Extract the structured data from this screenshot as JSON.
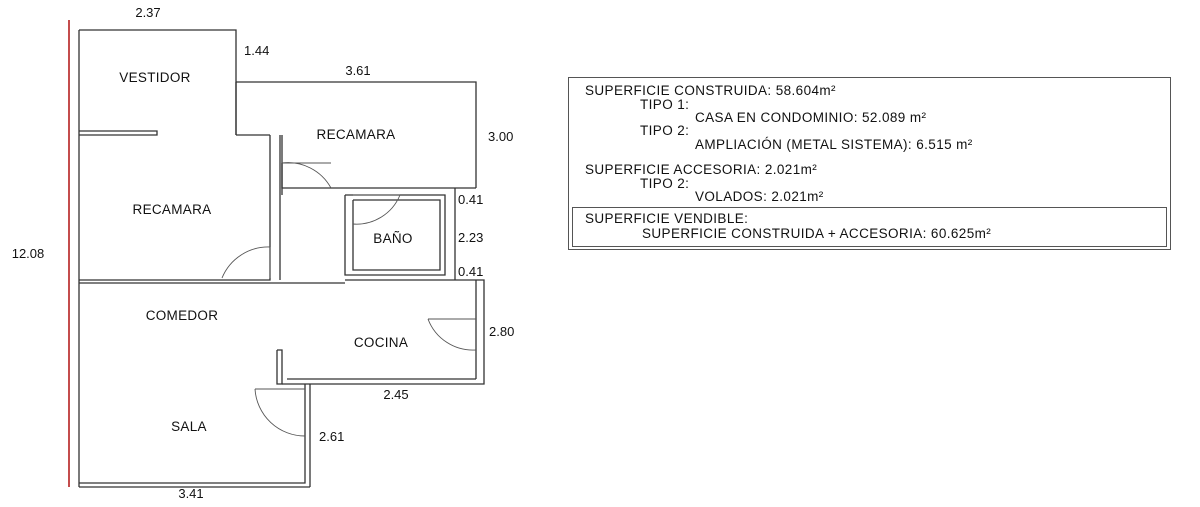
{
  "plan": {
    "rooms": {
      "vestidor": "VESTIDOR",
      "recamara_1": "RECAMARA",
      "recamara_2": "RECAMARA",
      "bano": "BAÑO",
      "comedor": "COMEDOR",
      "cocina": "COCINA",
      "sala": "SALA"
    },
    "dimensions": {
      "d_2_37": "2.37",
      "d_1_44": "1.44",
      "d_3_61": "3.61",
      "d_3_00": "3.00",
      "d_0_41_a": "0.41",
      "d_2_23": "2.23",
      "d_0_41_b": "0.41",
      "d_2_80": "2.80",
      "d_2_45": "2.45",
      "d_2_61": "2.61",
      "d_3_41": "3.41",
      "d_12_08": "12.08"
    }
  },
  "summary": {
    "construida": "SUPERFICIE CONSTRUIDA: 58.604m²",
    "tipo1_label": "TIPO 1:",
    "tipo1_value": "CASA EN CONDOMINIO: 52.089 m²",
    "tipo2_label": "TIPO 2:",
    "tipo2_value": "AMPLIACIÓN (METAL SISTEMA): 6.515 m²",
    "accesoria": "SUPERFICIE ACCESORIA: 2.021m²",
    "acc_tipo2_label": "TIPO 2:",
    "acc_tipo2_value": "VOLADOS: 2.021m²",
    "vendible": "SUPERFICIE VENDIBLE:",
    "vendible_value": "SUPERFICIE CONSTRUIDA + ACCESORIA: 60.625m²"
  },
  "colors": {
    "wall": "#333333",
    "accent_line": "#b01010"
  }
}
